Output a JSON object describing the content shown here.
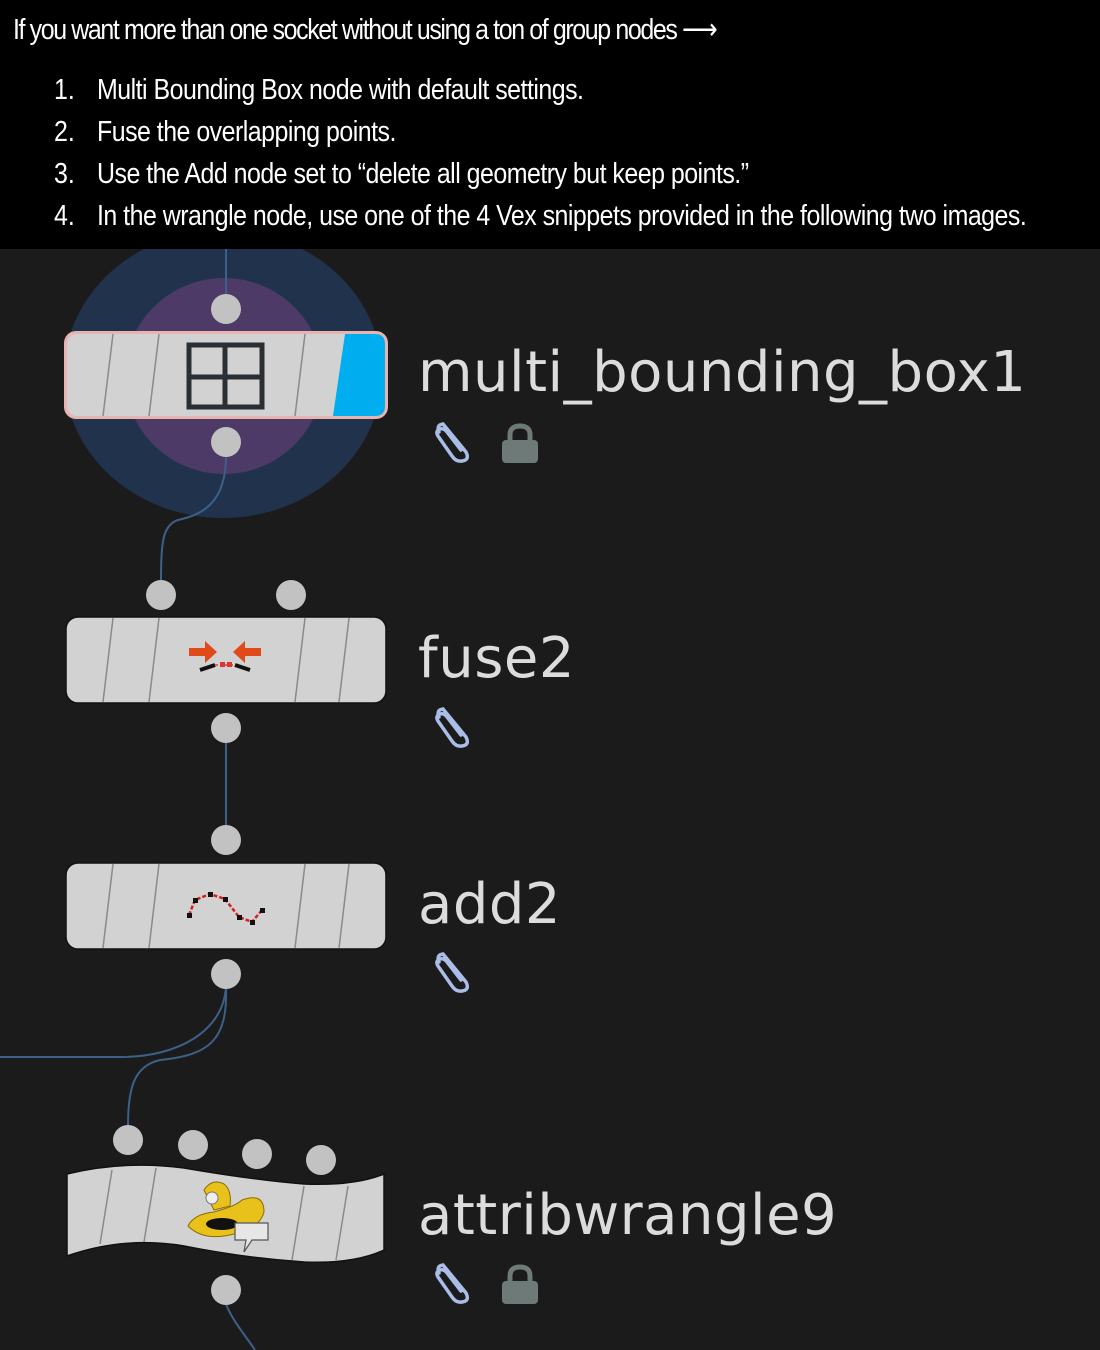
{
  "header": {
    "title": "If you want more than one socket without using a ton of group nodes ⟶",
    "steps": [
      {
        "num": "1.",
        "text": "Multi Bounding Box node with default settings."
      },
      {
        "num": "2.",
        "text": "Fuse the overlapping points."
      },
      {
        "num": "3.",
        "text": "Use the Add node set to “delete all geometry but keep points.”"
      },
      {
        "num": "4.",
        "text": "In the wrangle node, use one of the 4 Vex snippets provided in the following two images."
      }
    ]
  },
  "colors": {
    "canvas_bg": "#1b1b1b",
    "node_body": "#d2d2d2",
    "socket": "#c2c2c2",
    "wire": "#3d6088",
    "selection_outer": "#21324d",
    "selection_inner": "#4d3a67",
    "display_flag": "#00adef",
    "selected_outline": "#e8b4b0"
  },
  "nodes": [
    {
      "name": "multi_bounding_box1",
      "icon": "grid-icon",
      "flags": [
        "paperclip-icon",
        "lock-icon"
      ],
      "selected": true,
      "display_flag": true
    },
    {
      "name": "fuse2",
      "icon": "fuse-arrows-icon",
      "flags": [
        "paperclip-icon"
      ]
    },
    {
      "name": "add2",
      "icon": "add-curve-points-icon",
      "flags": [
        "paperclip-icon"
      ]
    },
    {
      "name": "attribwrangle9",
      "icon": "cowboy-hat-icon",
      "flags": [
        "paperclip-icon",
        "lock-icon"
      ]
    }
  ]
}
